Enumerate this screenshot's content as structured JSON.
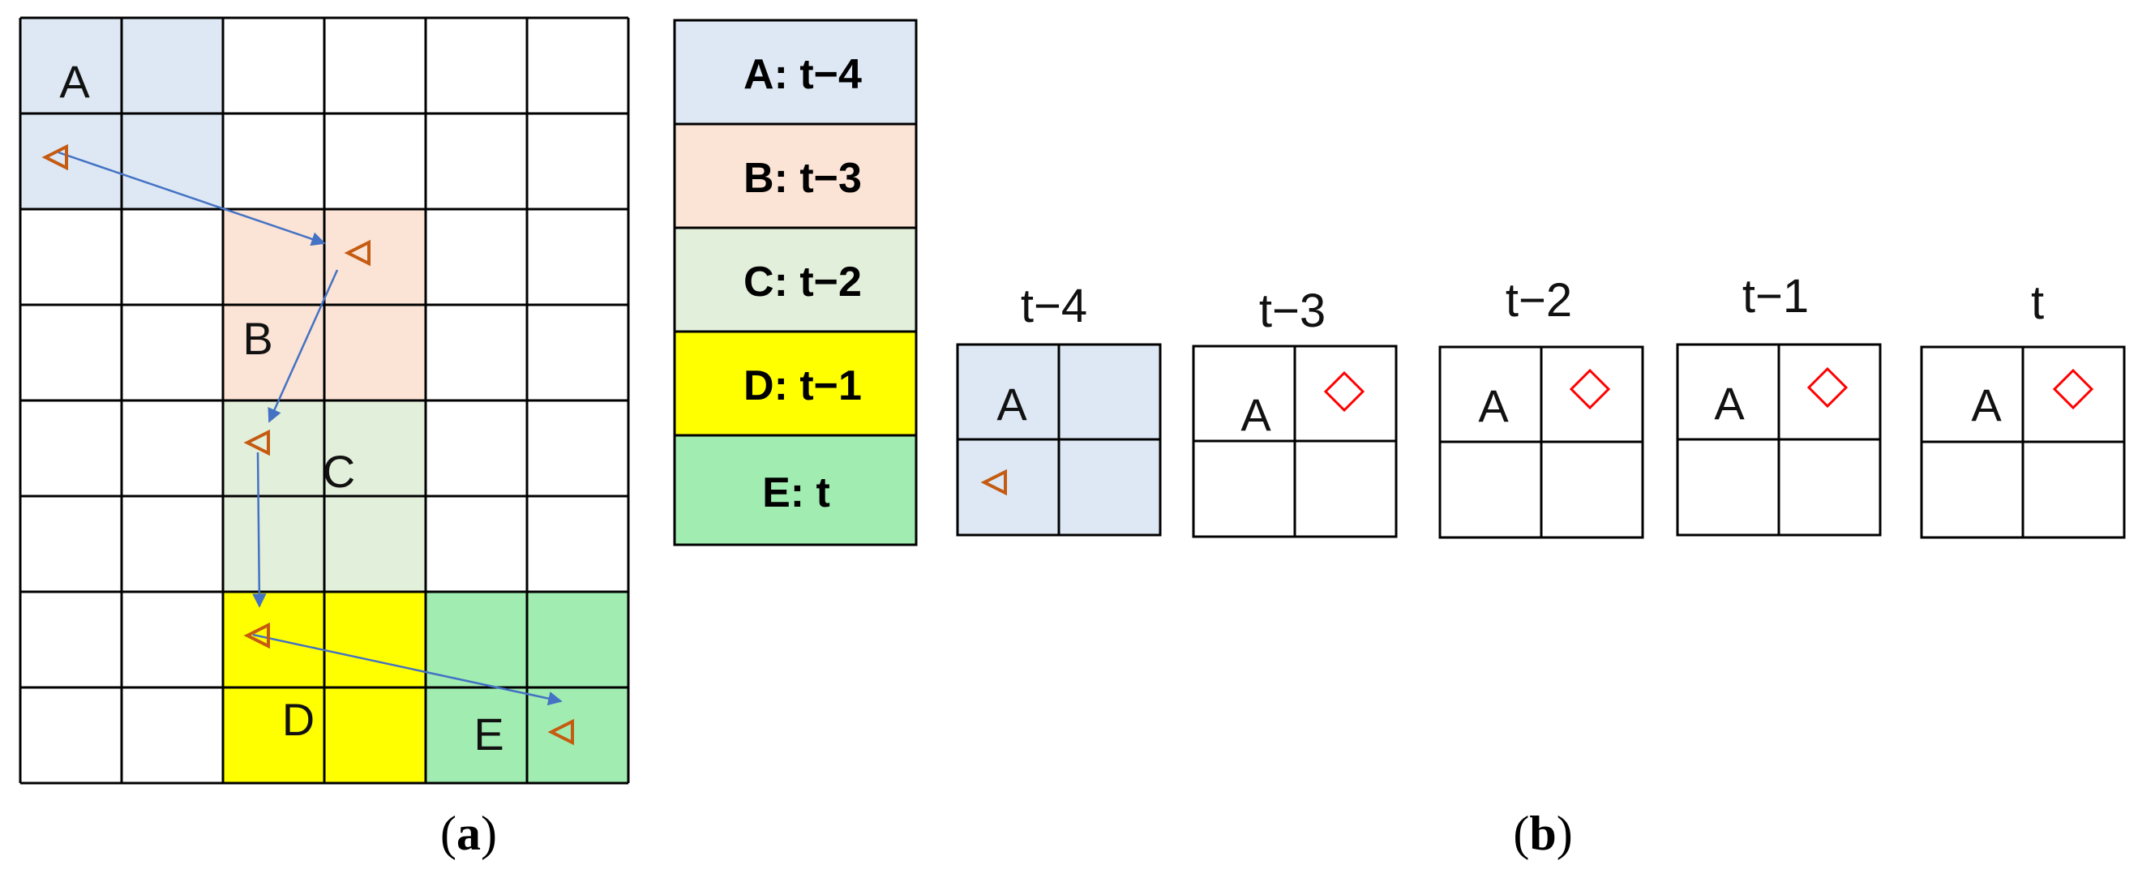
{
  "colors": {
    "A": "#dde8f4",
    "B": "#fbe3d5",
    "C": "#e2efda",
    "D": "#ffff00",
    "E": "#a1ecb1",
    "arrow": "#4472c4",
    "marker_triangle": "#c55a11",
    "marker_diamond": "#ff0000",
    "grid": "#000000"
  },
  "panel_a": {
    "region_labels": {
      "A": "A",
      "B": "B",
      "C": "C",
      "D": "D",
      "E": "E"
    },
    "caption_open": "(",
    "caption_letter": "a",
    "caption_close": ")"
  },
  "legend": [
    {
      "key": "A",
      "text": "A: t−4"
    },
    {
      "key": "B",
      "text": "B: t−3"
    },
    {
      "key": "C",
      "text": "C: t−2"
    },
    {
      "key": "D",
      "text": "D: t−1"
    },
    {
      "key": "E",
      "text": "E: t"
    }
  ],
  "panel_b": {
    "steps": [
      {
        "title": "t−4",
        "cell_label": "A",
        "shaded": true,
        "marker": "triangle"
      },
      {
        "title": "t−3",
        "cell_label": "A",
        "shaded": false,
        "marker": "diamond"
      },
      {
        "title": "t−2",
        "cell_label": "A",
        "shaded": false,
        "marker": "diamond"
      },
      {
        "title": "t−1",
        "cell_label": "A",
        "shaded": false,
        "marker": "diamond"
      },
      {
        "title": "t",
        "cell_label": "A",
        "shaded": false,
        "marker": "diamond"
      }
    ],
    "caption_open": "(",
    "caption_letter": "b",
    "caption_close": ")"
  }
}
